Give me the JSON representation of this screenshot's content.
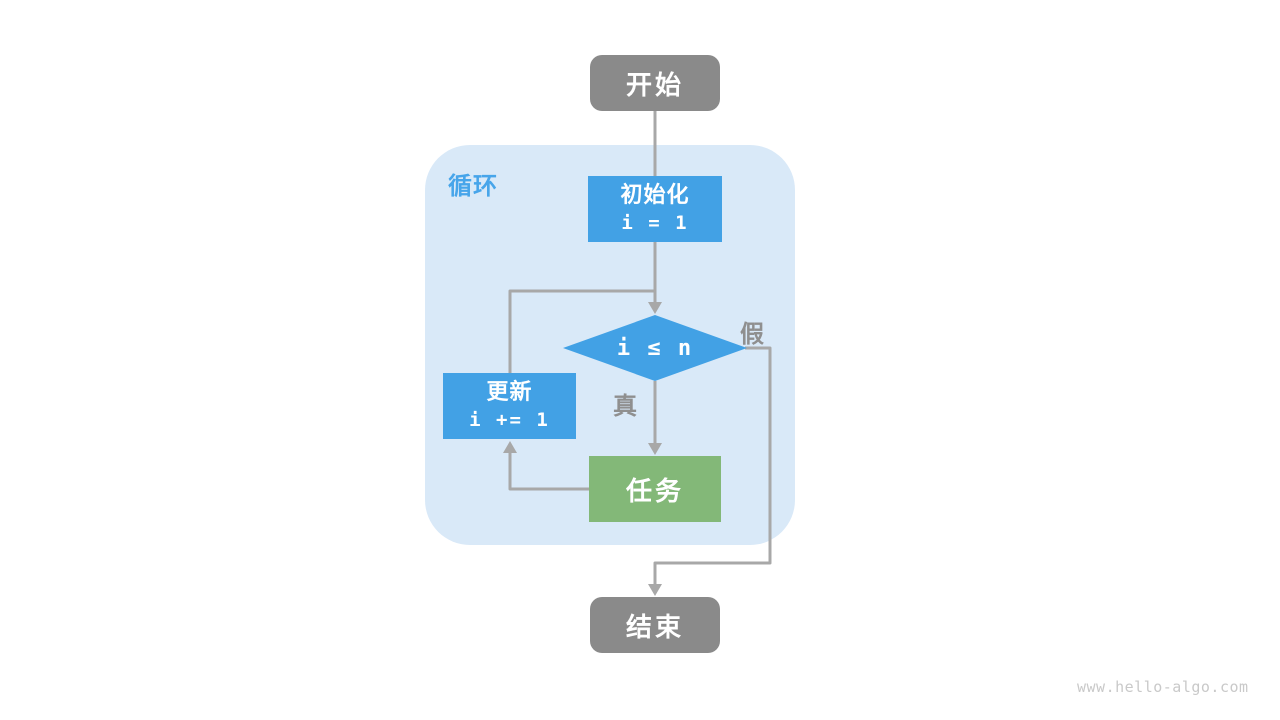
{
  "colors": {
    "node_gray": "#8a8a8a",
    "node_blue": "#42a1e5",
    "node_green": "#83b878",
    "loop_bg": "#d9e9f8",
    "loop_label_color": "#47a5ea",
    "line_gray": "#a8a8a8",
    "branch_label_color": "#8f8f8f",
    "watermark_color": "#c9c9c9"
  },
  "loop": {
    "label": "循环"
  },
  "nodes": {
    "start": {
      "label": "开始"
    },
    "init": {
      "label": "初始化",
      "code": "i = 1"
    },
    "condition": {
      "code": "i ≤ n"
    },
    "update": {
      "label": "更新",
      "code": "i += 1"
    },
    "task": {
      "label": "任务"
    },
    "end": {
      "label": "结束"
    }
  },
  "branches": {
    "true": "真",
    "false": "假"
  },
  "watermark": "www.hello-algo.com"
}
